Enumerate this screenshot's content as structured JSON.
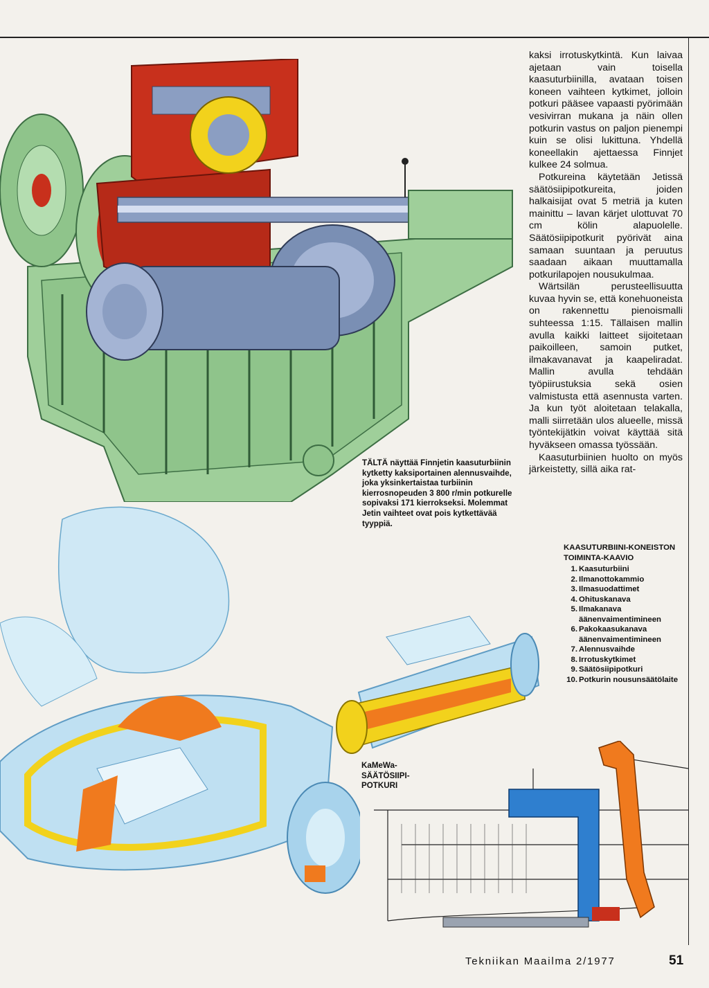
{
  "article": {
    "paragraphs": [
      "kaksi irrotuskytkintä. Kun laivaa ajetaan vain toisella kaasuturbiinilla, avataan toisen koneen vaihteen kytkimet, jolloin potkuri pääsee vapaasti pyörimään vesivirran mukana ja näin ollen potkurin vastus on paljon pienempi kuin se olisi lukittuna. Yhdellä koneellakin ajettaessa Finnjet kulkee 24 solmua.",
      "Potkureina käytetään Jetissä säätösiipipotkureita, joiden halkaisijat ovat 5 metriä ja kuten mainittu – lavan kärjet ulottuvat 70 cm kölin alapuolelle. Säätösiipipotkurit pyörivät aina samaan suuntaan ja peruutus saadaan aikaan muuttamalla potkurilapojen nousukulmaa.",
      "Wärtsilän perusteellisuutta kuvaa hyvin se, että konehuoneista on rakennettu pienoismalli suhteessa 1:15. Tällaisen mallin avulla kaikki laitteet sijoitetaan paikoilleen, samoin putket, ilmakavanavat ja kaapeliradat. Mallin avulla tehdään työpiirustuksia sekä osien valmistusta että asennusta varten. Ja kun työt aloitetaan telakalla, malli siirretään ulos alueelle, missä työntekijätkin voivat käyttää sitä hyväkseen omassa työssään.",
      "Kaasuturbiinien huolto on myös järkeistetty, sillä aika rat-"
    ]
  },
  "captions": {
    "gearbox": "TÄLTÄ näyttää Finnjetin kaasuturbiinin kytketty kaksiportainen alennusvaihde, joka yksinkertaistaa turbiinin kierrosnopeuden 3 800 r/min potkurelle sopivaksi 171 kierrokseksi. Molemmat Jetin vaihteet ovat pois kytkettävää tyyppiä.",
    "propeller": "KaMeWa-SÄÄTÖSIIPI-POTKURI"
  },
  "legend": {
    "title": "KAASUTURBIINI-KONEISTON TOIMINTA-KAAVIO",
    "items": [
      {
        "n": "1.",
        "label": "Kaasuturbiini"
      },
      {
        "n": "2.",
        "label": "Ilmanottokammio"
      },
      {
        "n": "3.",
        "label": "Ilmasuodattimet"
      },
      {
        "n": "4.",
        "label": "Ohituskanava"
      },
      {
        "n": "5.",
        "label": "Ilmakanava äänenvaimentimineen"
      },
      {
        "n": "6.",
        "label": "Pakokaasukanava äänenvaimentimineen"
      },
      {
        "n": "7.",
        "label": "Alennusvaihde"
      },
      {
        "n": "8.",
        "label": "Irrotuskytkimet"
      },
      {
        "n": "9.",
        "label": "Säätösiipipotkuri"
      },
      {
        "n": "10.",
        "label": "Potkurin nousunsäätölaite"
      }
    ]
  },
  "footer": {
    "magazine": "Tekniikan Maailma 2/1977",
    "page": "51"
  },
  "colors": {
    "machine_green": "#9fcf9a",
    "cutaway_red": "#c8301c",
    "steel_blue": "#7a8fb4",
    "propeller_cyan": "#bfe0f2",
    "yellow": "#f2d21c",
    "orange": "#f07a1e",
    "duct_blue": "#2f7fcf"
  }
}
